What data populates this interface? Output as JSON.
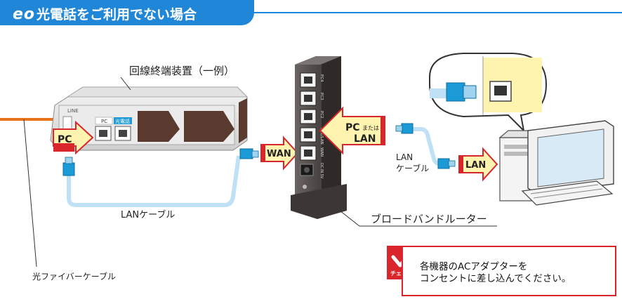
{
  "header": {
    "brand": "eo",
    "title_rest": "光電話をご利用でない場合"
  },
  "devices": {
    "onu_label": "回線終端装置（一例）",
    "onu_port_line": "LINE",
    "onu_port_pc": "PC",
    "onu_port_phone": "光電話",
    "router_label": "ブロードバンドルーター",
    "router_ports": [
      "PC4",
      "PC3",
      "PC2",
      "PC1/LAN",
      "WAN",
      "DC IN 5V"
    ]
  },
  "arrows": {
    "pc": "PC",
    "wan": "WAN",
    "pc_or_lan_line1": "PC",
    "pc_or_lan_mata": "または",
    "pc_or_lan_line2": "LAN",
    "lan": "LAN"
  },
  "cables": {
    "lan_cable_bottom": "LANケーブル",
    "lan_cable_right_line1": "LAN",
    "lan_cable_right_line2": "ケーブル",
    "fiber": "光ファイバーケーブル"
  },
  "check": {
    "badge": "チェック",
    "line1": "各機器のACアダプターを",
    "line2": "コンセントに差し込んでください。"
  },
  "colors": {
    "brand_blue": "#1f86d8",
    "accent_red": "#d9262c",
    "arrow_yellow": "#fff3b0",
    "fiber_orange": "#e8731b",
    "cable_blue": "#bfe0f5",
    "plug_blue": "#1b9ad6"
  }
}
